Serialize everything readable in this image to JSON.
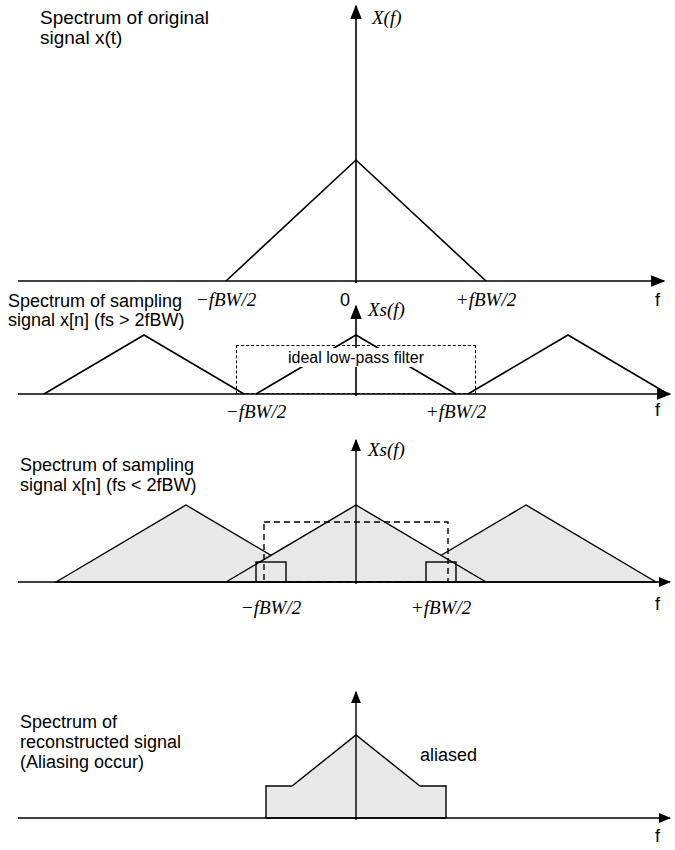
{
  "diagram": {
    "nodes": [
      {
        "text": [
          "ideal low-pass filter"
        ]
      }
    ],
    "labels": [
      "Spectrum of original signal x(t)",
      "X(f)",
      "−fBW/2",
      "0",
      "+fBW/2",
      "f",
      "Spectrum of sampling signal x[n] (fs > 2fBW)",
      "Xs(f)",
      "−fBW/2",
      "+fBW/2",
      "f",
      "Spectrum of sampling signal x[n] (fs < 2fBW)",
      "Xs(f)",
      "−fBW/2",
      "+fBW/2",
      "f",
      "Spectrum of reconstructed signal (Aliasing occur)",
      "aliased",
      "f"
    ]
  }
}
